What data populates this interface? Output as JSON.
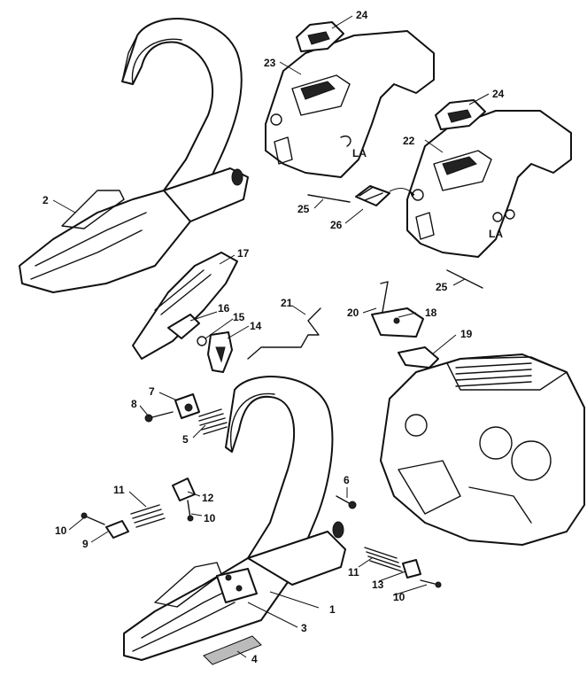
{
  "diagram": {
    "callouts": [
      {
        "id": "1",
        "label": "1"
      },
      {
        "id": "2",
        "label": "2"
      },
      {
        "id": "3",
        "label": "3"
      },
      {
        "id": "4",
        "label": "4"
      },
      {
        "id": "5",
        "label": "5"
      },
      {
        "id": "6",
        "label": "6"
      },
      {
        "id": "7",
        "label": "7"
      },
      {
        "id": "8",
        "label": "8"
      },
      {
        "id": "9",
        "label": "9"
      },
      {
        "id": "10a",
        "label": "10"
      },
      {
        "id": "10b",
        "label": "10"
      },
      {
        "id": "10c",
        "label": "10"
      },
      {
        "id": "11a",
        "label": "11"
      },
      {
        "id": "11b",
        "label": "11"
      },
      {
        "id": "12",
        "label": "12"
      },
      {
        "id": "13",
        "label": "13"
      },
      {
        "id": "14",
        "label": "14"
      },
      {
        "id": "15",
        "label": "15"
      },
      {
        "id": "16",
        "label": "16"
      },
      {
        "id": "17",
        "label": "17"
      },
      {
        "id": "18",
        "label": "18"
      },
      {
        "id": "19",
        "label": "19"
      },
      {
        "id": "20",
        "label": "20"
      },
      {
        "id": "21",
        "label": "21"
      },
      {
        "id": "22",
        "label": "22"
      },
      {
        "id": "23",
        "label": "23"
      },
      {
        "id": "24a",
        "label": "24"
      },
      {
        "id": "24b",
        "label": "24"
      },
      {
        "id": "25a",
        "label": "25"
      },
      {
        "id": "25b",
        "label": "25"
      },
      {
        "id": "26",
        "label": "26"
      }
    ],
    "cover_marking": "LA"
  }
}
